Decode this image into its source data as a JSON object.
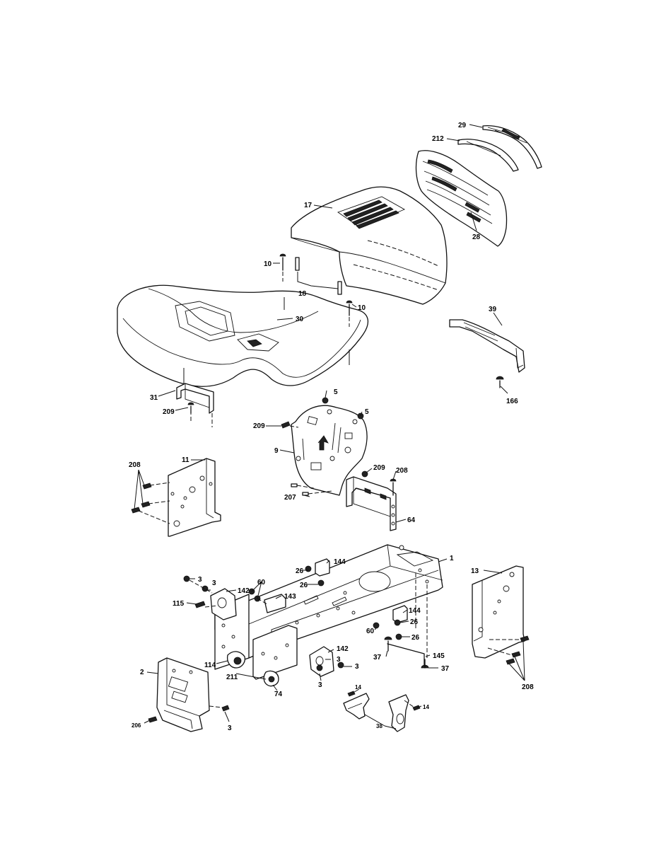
{
  "callouts": {
    "c1": "1",
    "c2": "2",
    "c3a": "3",
    "c3b": "3",
    "c3c": "3",
    "c3d": "3",
    "c3e": "3",
    "c3f": "3",
    "c5a": "5",
    "c5b": "5",
    "c9": "9",
    "c10a": "10",
    "c10b": "10",
    "c11": "11",
    "c13": "13",
    "c14a": "14",
    "c14b": "14",
    "c17": "17",
    "c18": "18",
    "c26a": "26",
    "c26b": "26",
    "c26c": "26",
    "c26d": "26",
    "c28": "28",
    "c29": "29",
    "c30": "30",
    "c31": "31",
    "c37a": "37",
    "c37b": "37",
    "c38": "38",
    "c39": "39",
    "c60a": "60",
    "c60b": "60",
    "c64": "64",
    "c74": "74",
    "c114": "114",
    "c115": "115",
    "c142a": "142",
    "c142b": "142",
    "c143": "143",
    "c144a": "144",
    "c144b": "144",
    "c145": "145",
    "c166": "166",
    "c206": "206",
    "c207": "207",
    "c208a": "208",
    "c208b": "208",
    "c208c": "208",
    "c209a": "209",
    "c209b": "209",
    "c209c": "209",
    "c211": "211",
    "c212": "212"
  }
}
